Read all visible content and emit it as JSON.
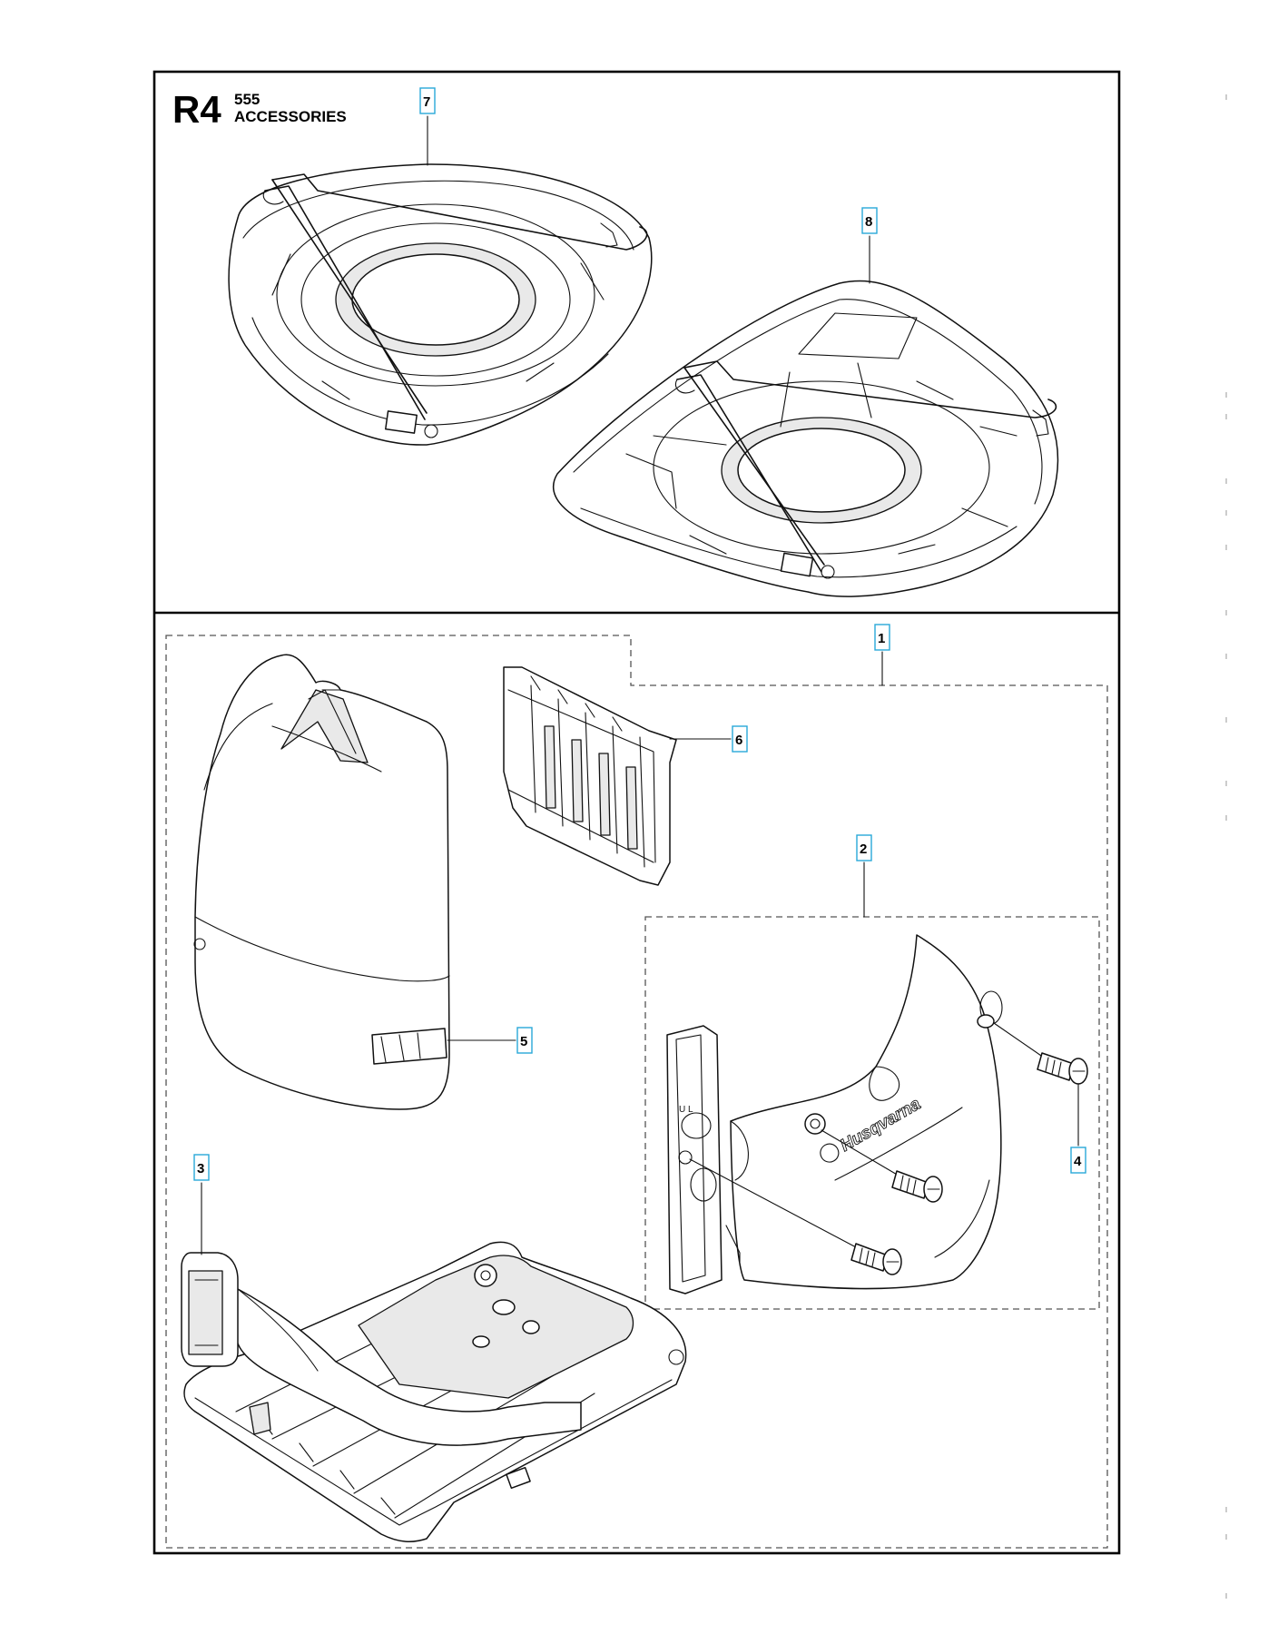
{
  "header": {
    "section_code": "R4",
    "model": "555",
    "section_title": "ACCESSORIES"
  },
  "callouts": [
    {
      "id": "callout-1",
      "label": "1"
    },
    {
      "id": "callout-2",
      "label": "2"
    },
    {
      "id": "callout-3",
      "label": "3"
    },
    {
      "id": "callout-4",
      "label": "4"
    },
    {
      "id": "callout-5",
      "label": "5"
    },
    {
      "id": "callout-6",
      "label": "6"
    },
    {
      "id": "callout-7",
      "label": "7"
    },
    {
      "id": "callout-8",
      "label": "8"
    }
  ],
  "part_markings": {
    "brand": "Husqvarna",
    "cover_letters": "U L"
  },
  "colors": {
    "callout_box": "#29a9d9",
    "line": "#111111"
  }
}
